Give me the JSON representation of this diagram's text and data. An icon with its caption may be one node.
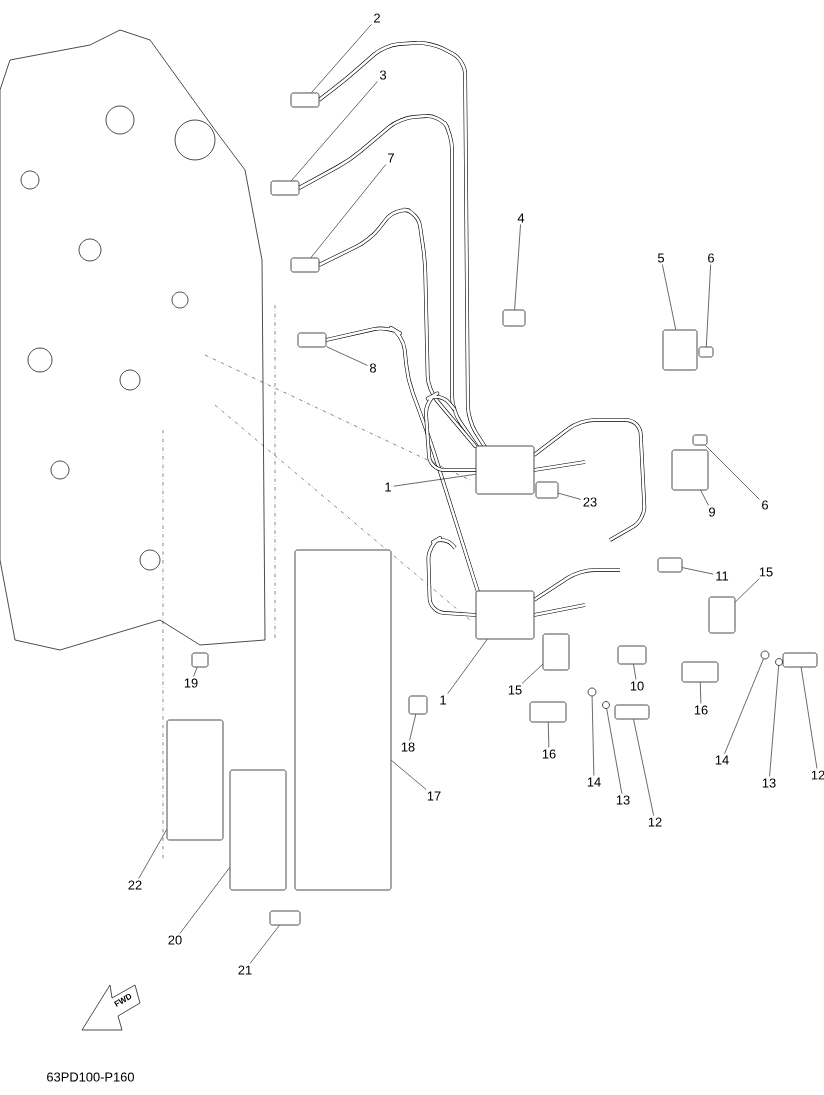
{
  "diagram": {
    "nodes": [
      {
        "text": [
          "2"
        ]
      },
      {
        "text": [
          "3"
        ]
      },
      {
        "text": [
          "7"
        ]
      },
      {
        "text": [
          "4"
        ]
      },
      {
        "text": [
          "5"
        ]
      },
      {
        "text": [
          "6"
        ]
      },
      {
        "text": [
          "8"
        ]
      },
      {
        "text": [
          "1"
        ]
      },
      {
        "text": [
          "6"
        ]
      },
      {
        "text": [
          "23"
        ]
      },
      {
        "text": [
          "9"
        ]
      },
      {
        "text": [
          "11"
        ]
      },
      {
        "text": [
          "15"
        ]
      },
      {
        "text": [
          "1"
        ]
      },
      {
        "text": [
          "15"
        ]
      },
      {
        "text": [
          "10"
        ]
      },
      {
        "text": [
          "19"
        ]
      },
      {
        "text": [
          "16"
        ]
      },
      {
        "text": [
          "18"
        ]
      },
      {
        "text": [
          "14"
        ]
      },
      {
        "text": [
          "13"
        ]
      },
      {
        "text": [
          "12"
        ]
      },
      {
        "text": [
          "16"
        ]
      },
      {
        "text": [
          "14"
        ]
      },
      {
        "text": [
          "13"
        ]
      },
      {
        "text": [
          "12"
        ]
      },
      {
        "text": [
          "17"
        ]
      },
      {
        "text": [
          "22"
        ]
      },
      {
        "text": [
          "20"
        ]
      },
      {
        "text": [
          "21"
        ]
      },
      {
        "text": [],
        "shape": "box"
      },
      {
        "text": [],
        "shape": "box"
      },
      {
        "text": [],
        "shape": "box"
      },
      {
        "text": [],
        "shape": "box"
      },
      {
        "text": [],
        "shape": "box"
      },
      {
        "text": [],
        "shape": "box"
      },
      {
        "text": [],
        "shape": "box"
      },
      {
        "text": [],
        "shape": "box"
      },
      {
        "text": [],
        "shape": "box"
      },
      {
        "text": [],
        "shape": "box"
      },
      {
        "text": [],
        "shape": "box"
      },
      {
        "text": [],
        "shape": "box"
      },
      {
        "text": [],
        "shape": "box"
      },
      {
        "text": [],
        "shape": "box"
      },
      {
        "text": [],
        "shape": "box"
      },
      {
        "text": [],
        "shape": "box"
      },
      {
        "text": [],
        "shape": "box"
      },
      {
        "text": [],
        "shape": "box"
      },
      {
        "text": [],
        "shape": "box"
      },
      {
        "text": [],
        "shape": "circle"
      },
      {
        "text": [],
        "shape": "circle"
      },
      {
        "text": [],
        "shape": "box"
      },
      {
        "text": [],
        "shape": "box"
      },
      {
        "text": [],
        "shape": "circle"
      },
      {
        "text": [],
        "shape": "circle"
      },
      {
        "text": [],
        "shape": "box"
      },
      {
        "text": [],
        "shape": "box"
      },
      {
        "text": [],
        "shape": "box"
      },
      {
        "text": [],
        "shape": "box"
      },
      {
        "text": [],
        "shape": "box"
      }
    ],
    "edges": [
      {
        "from": 0,
        "to": 30,
        "arrow": "none"
      },
      {
        "from": 1,
        "to": 31,
        "arrow": "none"
      },
      {
        "from": 2,
        "to": 32,
        "arrow": "none"
      },
      {
        "from": 3,
        "to": 33,
        "arrow": "none"
      },
      {
        "from": 4,
        "to": 34,
        "arrow": "none"
      },
      {
        "from": 5,
        "to": 35,
        "arrow": "none"
      },
      {
        "from": 6,
        "to": 36,
        "arrow": "none"
      },
      {
        "from": 7,
        "to": 37,
        "arrow": "none"
      },
      {
        "from": 8,
        "to": 38,
        "arrow": "none"
      },
      {
        "from": 9,
        "to": 39,
        "arrow": "none"
      },
      {
        "from": 10,
        "to": 40,
        "arrow": "none"
      },
      {
        "from": 11,
        "to": 41,
        "arrow": "none"
      },
      {
        "from": 12,
        "to": 42,
        "arrow": "none"
      },
      {
        "from": 13,
        "to": 43,
        "arrow": "none"
      },
      {
        "from": 14,
        "to": 44,
        "arrow": "none"
      },
      {
        "from": 15,
        "to": 45,
        "arrow": "none"
      },
      {
        "from": 16,
        "to": 46,
        "arrow": "none"
      },
      {
        "from": 17,
        "to": 47,
        "arrow": "none"
      },
      {
        "from": 18,
        "to": 48,
        "arrow": "none"
      },
      {
        "from": 19,
        "to": 49,
        "arrow": "none"
      },
      {
        "from": 20,
        "to": 50,
        "arrow": "none"
      },
      {
        "from": 21,
        "to": 51,
        "arrow": "none"
      },
      {
        "from": 22,
        "to": 52,
        "arrow": "none"
      },
      {
        "from": 23,
        "to": 53,
        "arrow": "none"
      },
      {
        "from": 24,
        "to": 54,
        "arrow": "none"
      },
      {
        "from": 25,
        "to": 55,
        "arrow": "none"
      },
      {
        "from": 26,
        "to": 56,
        "arrow": "none"
      },
      {
        "from": 27,
        "to": 57,
        "arrow": "none"
      },
      {
        "from": 28,
        "to": 58,
        "arrow": "none"
      },
      {
        "from": 29,
        "to": 59,
        "arrow": "none"
      }
    ],
    "labels": [
      "FWD",
      "63PD100-P160"
    ]
  }
}
